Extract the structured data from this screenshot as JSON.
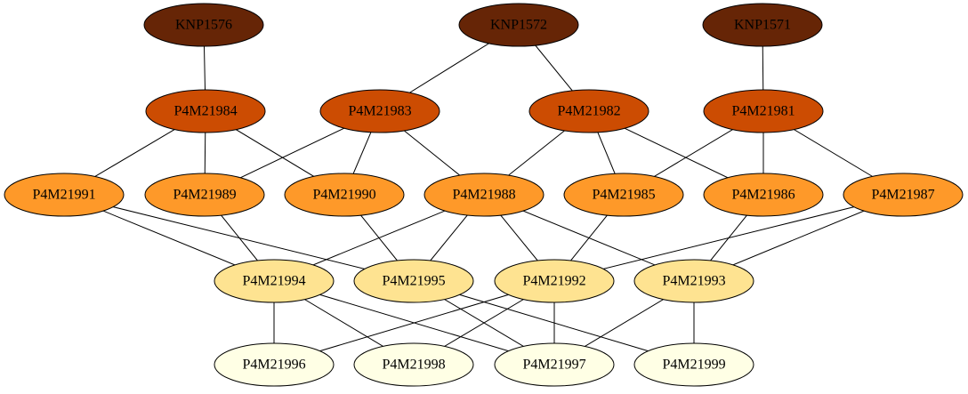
{
  "graph": {
    "levels": [
      {
        "fill": "#662506"
      },
      {
        "fill": "#cc4c02"
      },
      {
        "fill": "#fe9929"
      },
      {
        "fill": "#fee391"
      },
      {
        "fill": "#ffffe5"
      }
    ],
    "nodes": [
      {
        "id": "KNP1576",
        "label": "KNP1576",
        "level": 0
      },
      {
        "id": "KNP1572",
        "label": "KNP1572",
        "level": 0
      },
      {
        "id": "KNP1571",
        "label": "KNP1571",
        "level": 0
      },
      {
        "id": "P4M21984",
        "label": "P4M21984",
        "level": 1
      },
      {
        "id": "P4M21983",
        "label": "P4M21983",
        "level": 1
      },
      {
        "id": "P4M21982",
        "label": "P4M21982",
        "level": 1
      },
      {
        "id": "P4M21981",
        "label": "P4M21981",
        "level": 1
      },
      {
        "id": "P4M21991",
        "label": "P4M21991",
        "level": 2
      },
      {
        "id": "P4M21989",
        "label": "P4M21989",
        "level": 2
      },
      {
        "id": "P4M21990",
        "label": "P4M21990",
        "level": 2
      },
      {
        "id": "P4M21988",
        "label": "P4M21988",
        "level": 2
      },
      {
        "id": "P4M21985",
        "label": "P4M21985",
        "level": 2
      },
      {
        "id": "P4M21986",
        "label": "P4M21986",
        "level": 2
      },
      {
        "id": "P4M21987",
        "label": "P4M21987",
        "level": 2
      },
      {
        "id": "P4M21994",
        "label": "P4M21994",
        "level": 3
      },
      {
        "id": "P4M21995",
        "label": "P4M21995",
        "level": 3
      },
      {
        "id": "P4M21992",
        "label": "P4M21992",
        "level": 3
      },
      {
        "id": "P4M21993",
        "label": "P4M21993",
        "level": 3
      },
      {
        "id": "P4M21996",
        "label": "P4M21996",
        "level": 4
      },
      {
        "id": "P4M21998",
        "label": "P4M21998",
        "level": 4
      },
      {
        "id": "P4M21997",
        "label": "P4M21997",
        "level": 4
      },
      {
        "id": "P4M21999",
        "label": "P4M21999",
        "level": 4
      }
    ],
    "edges": [
      [
        "KNP1576",
        "P4M21984"
      ],
      [
        "KNP1572",
        "P4M21983"
      ],
      [
        "KNP1572",
        "P4M21982"
      ],
      [
        "KNP1571",
        "P4M21981"
      ],
      [
        "P4M21984",
        "P4M21991"
      ],
      [
        "P4M21984",
        "P4M21989"
      ],
      [
        "P4M21984",
        "P4M21990"
      ],
      [
        "P4M21983",
        "P4M21989"
      ],
      [
        "P4M21983",
        "P4M21990"
      ],
      [
        "P4M21983",
        "P4M21988"
      ],
      [
        "P4M21982",
        "P4M21988"
      ],
      [
        "P4M21982",
        "P4M21985"
      ],
      [
        "P4M21982",
        "P4M21986"
      ],
      [
        "P4M21981",
        "P4M21985"
      ],
      [
        "P4M21981",
        "P4M21986"
      ],
      [
        "P4M21981",
        "P4M21987"
      ],
      [
        "P4M21991",
        "P4M21994"
      ],
      [
        "P4M21991",
        "P4M21995"
      ],
      [
        "P4M21989",
        "P4M21994"
      ],
      [
        "P4M21990",
        "P4M21995"
      ],
      [
        "P4M21988",
        "P4M21994"
      ],
      [
        "P4M21988",
        "P4M21995"
      ],
      [
        "P4M21988",
        "P4M21992"
      ],
      [
        "P4M21988",
        "P4M21993"
      ],
      [
        "P4M21985",
        "P4M21992"
      ],
      [
        "P4M21986",
        "P4M21993"
      ],
      [
        "P4M21987",
        "P4M21992"
      ],
      [
        "P4M21987",
        "P4M21993"
      ],
      [
        "P4M21994",
        "P4M21996"
      ],
      [
        "P4M21994",
        "P4M21998"
      ],
      [
        "P4M21994",
        "P4M21997"
      ],
      [
        "P4M21995",
        "P4M21997"
      ],
      [
        "P4M21995",
        "P4M21999"
      ],
      [
        "P4M21992",
        "P4M21996"
      ],
      [
        "P4M21992",
        "P4M21998"
      ],
      [
        "P4M21992",
        "P4M21997"
      ],
      [
        "P4M21993",
        "P4M21997"
      ],
      [
        "P4M21993",
        "P4M21999"
      ]
    ]
  }
}
